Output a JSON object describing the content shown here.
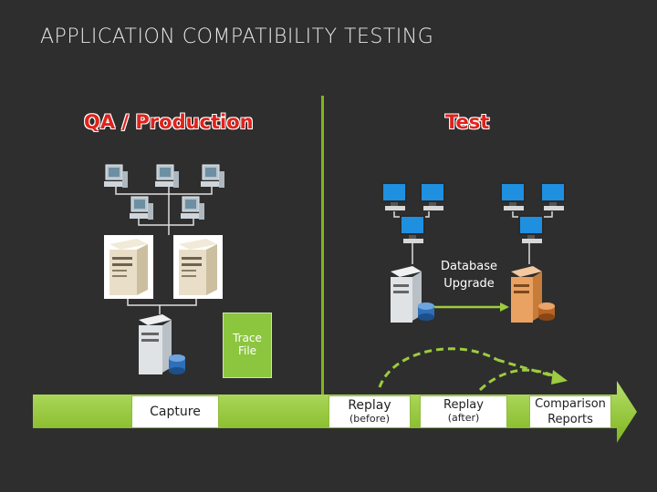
{
  "title": "APPLICATION COMPATIBILITY TESTING",
  "sections": {
    "left": "QA / Production",
    "right": "Test"
  },
  "trace": {
    "line1": "Trace",
    "line2": "File"
  },
  "db_upgrade": {
    "line1": "Database",
    "line2": "Upgrade"
  },
  "stages": {
    "capture": "Capture",
    "replay_before": {
      "main": "Replay",
      "sub": "(before)"
    },
    "replay_after": {
      "main": "Replay",
      "sub": "(after)"
    },
    "comparison": {
      "line1": "Comparison",
      "line2": "Reports"
    }
  },
  "colors": {
    "accent_green": "#8cc63f",
    "heading_red": "#e0221b",
    "background": "#2e2e2e"
  }
}
